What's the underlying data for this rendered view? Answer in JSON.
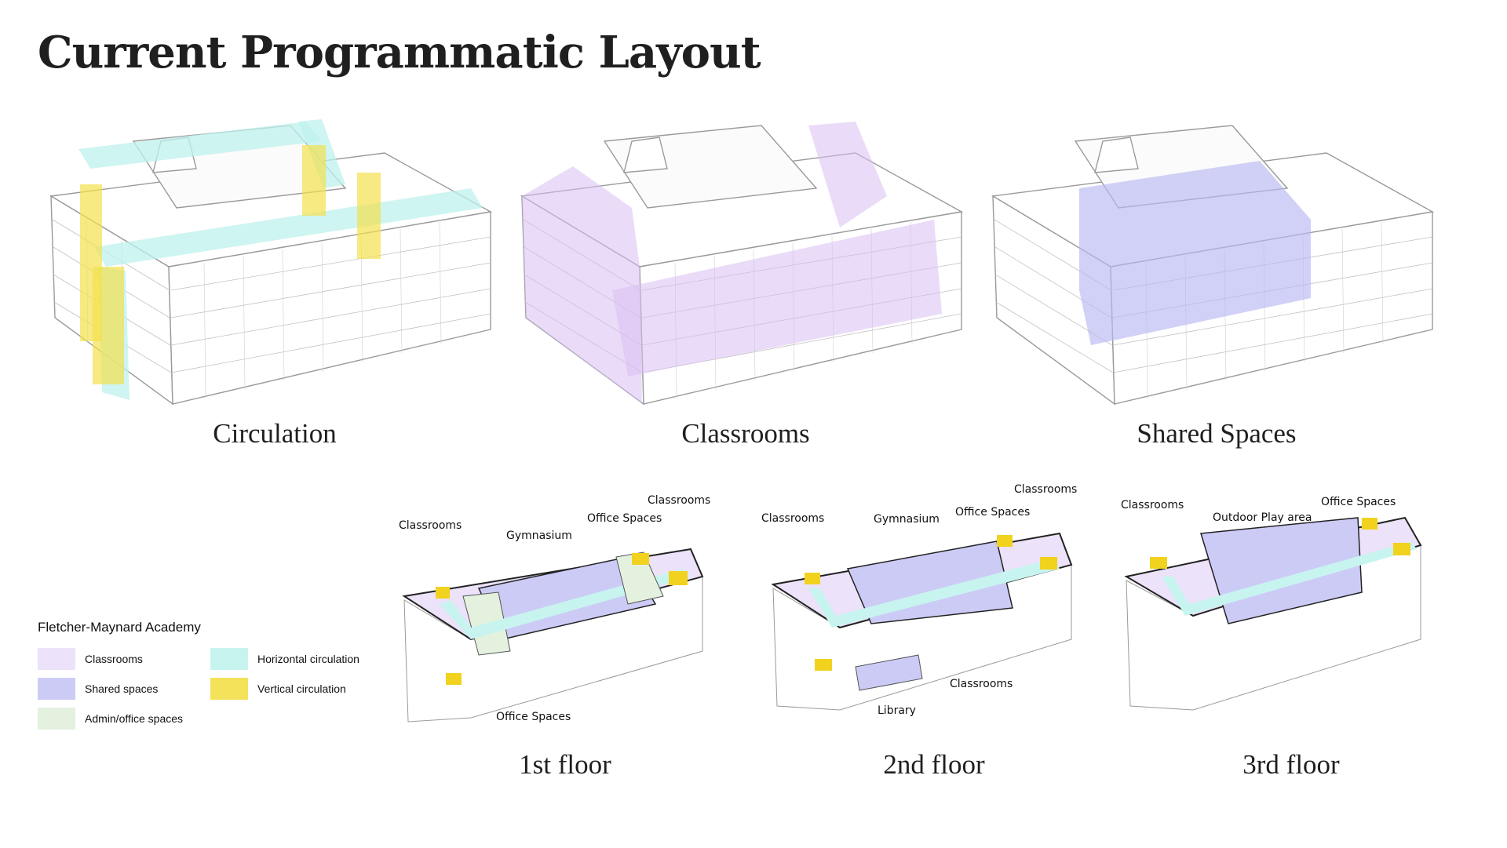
{
  "title": "Current Programmatic Layout",
  "colors": {
    "classrooms": "#e9dcf7",
    "shared_spaces": "#c9c8f6",
    "admin_office": "#e1f0dc",
    "horizontal_circulation": "#bdf2ec",
    "vertical_circulation": "#f3e14f",
    "vertical_solid": "#f1d21e",
    "outline": "#9a9a9a"
  },
  "massings": [
    {
      "caption": "Circulation"
    },
    {
      "caption": "Classrooms"
    },
    {
      "caption": "Shared Spaces"
    }
  ],
  "plans": [
    {
      "caption": "1st floor",
      "labels": [
        "Classrooms",
        "Gymnasium",
        "Office Spaces",
        "Classrooms",
        "Office Spaces"
      ]
    },
    {
      "caption": "2nd floor",
      "labels": [
        "Classrooms",
        "Gymnasium",
        "Office Spaces",
        "Classrooms",
        "Classrooms",
        "Library"
      ]
    },
    {
      "caption": "3rd floor",
      "labels": [
        "Classrooms",
        "Outdoor Play area",
        "Office Spaces"
      ]
    }
  ],
  "legend": {
    "title": "Fletcher-Maynard Academy",
    "items": [
      {
        "label": "Classrooms",
        "color": "#ece2f9"
      },
      {
        "label": "Horizontal circulation",
        "color": "#c8f4ef"
      },
      {
        "label": "Shared spaces",
        "color": "#cccbf6"
      },
      {
        "label": "Vertical circulation",
        "color": "#f4e25a"
      },
      {
        "label": "Admin/office spaces",
        "color": "#e3f1de"
      }
    ]
  }
}
